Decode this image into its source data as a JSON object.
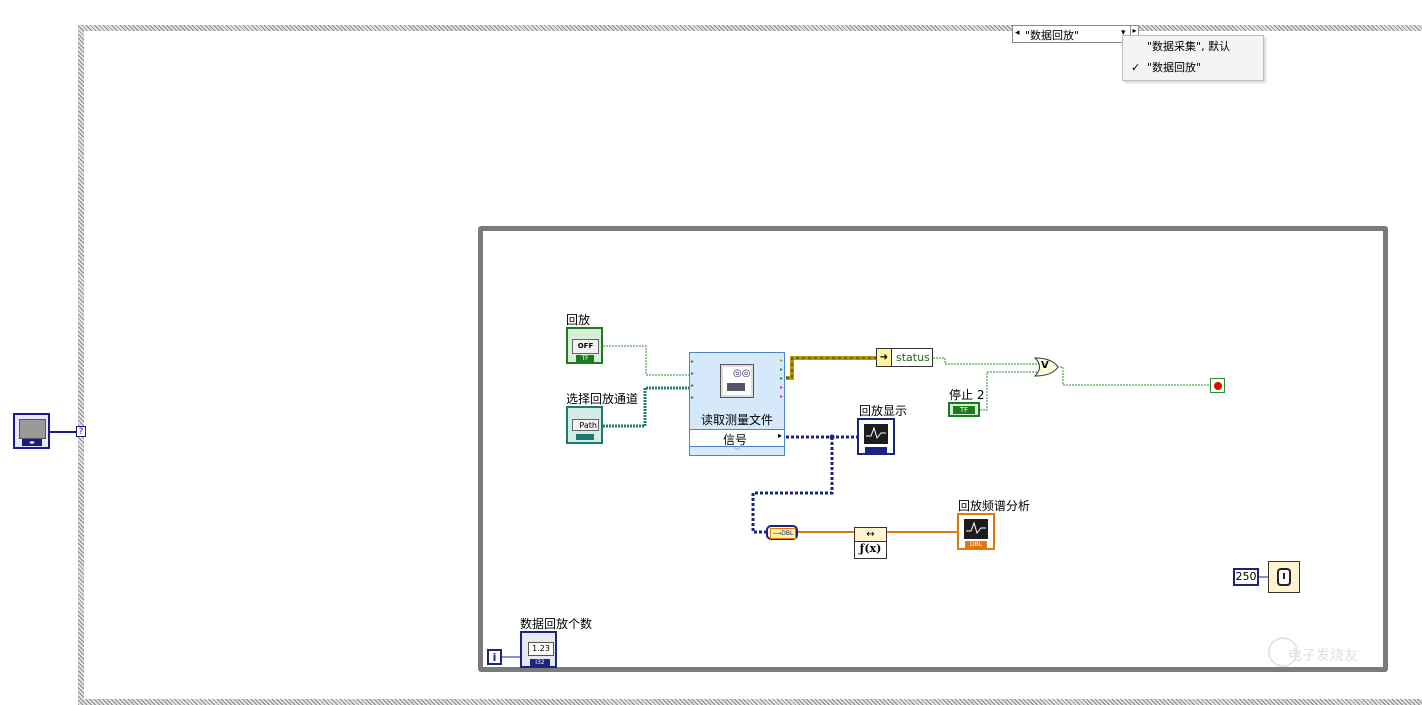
{
  "case_structure": {
    "selector_value": "\"数据回放\"",
    "menu_items": [
      {
        "label": "\"数据采集\", 默认",
        "checked": false
      },
      {
        "label": "\"数据回放\"",
        "checked": true
      }
    ],
    "selector_terminal": "?"
  },
  "while_loop": {
    "iteration_terminal": "i",
    "wait_ms": "250"
  },
  "controls": {
    "playback_label": "回放",
    "playback_value": "OFF",
    "channel_label": "选择回放通道",
    "channel_value": "Path",
    "stop_label": "停止 2",
    "tf_text": "TF",
    "count_label": "数据回放个数",
    "count_value": "1.23",
    "count_type": "I32",
    "fft_type": "DBL"
  },
  "express_vi": {
    "title": "读取测量文件",
    "output_label": "信号"
  },
  "indicators": {
    "status_label": "status",
    "playback_display": "回放显示",
    "spectrum": "回放频谱分析"
  },
  "functions": {
    "or_label": "V",
    "fx_label": "ƒ(x)",
    "convert_label": "↔"
  },
  "watermark": "电子发烧友",
  "colors": {
    "bool_wire": "#2e8b2e",
    "path_wire": "#1f7a6e",
    "dynamic_wire": "#1a237e",
    "dbl_wire": "#e07a10",
    "cluster_wire": "#b89a00"
  }
}
